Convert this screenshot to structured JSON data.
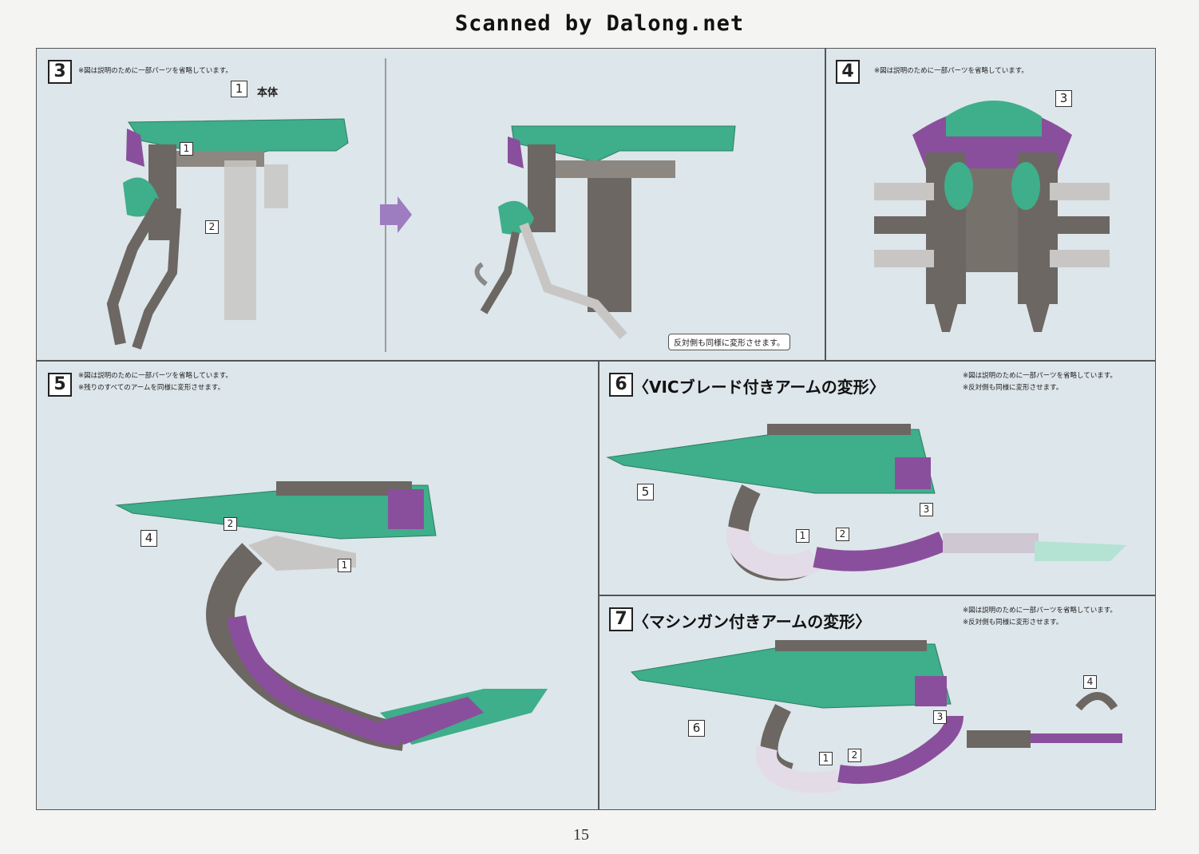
{
  "header": {
    "text": "Scanned by Dalong.net"
  },
  "page_number": "15",
  "colors": {
    "green": "#3fae8a",
    "purple": "#8a4f9c",
    "gray": "#6c6762",
    "panel_bg": "#dde6ea"
  },
  "step3": {
    "number": "3",
    "note": "※図は説明のために一部パーツを省略しています。",
    "callout_main_num": "1",
    "callout_main_label": "本体",
    "callout_a": "1",
    "callout_b": "2",
    "bubble": "反対側も同様に変形させます。"
  },
  "step4": {
    "number": "4",
    "note": "※図は説明のために一部パーツを省略しています。",
    "callout": "3"
  },
  "step5": {
    "number": "5",
    "note1": "※図は説明のために一部パーツを省略しています。",
    "note2": "※残りのすべてのアームを同様に変形させます。",
    "callout_part": "4",
    "callout_a": "2",
    "callout_b": "1"
  },
  "step6": {
    "number": "6",
    "title": "〈VICブレード付きアームの変形〉",
    "note1": "※図は説明のために一部パーツを省略しています。",
    "note2": "※反対側も同様に変形させます。",
    "callout_part": "5",
    "callout_a": "1",
    "callout_b": "2",
    "callout_c": "3"
  },
  "step7": {
    "number": "7",
    "title": "〈マシンガン付きアームの変形〉",
    "note1": "※図は説明のために一部パーツを省略しています。",
    "note2": "※反対側も同様に変形させます。",
    "callout_part": "6",
    "callout_a": "1",
    "callout_b": "2",
    "callout_c": "3",
    "callout_d": "4"
  }
}
